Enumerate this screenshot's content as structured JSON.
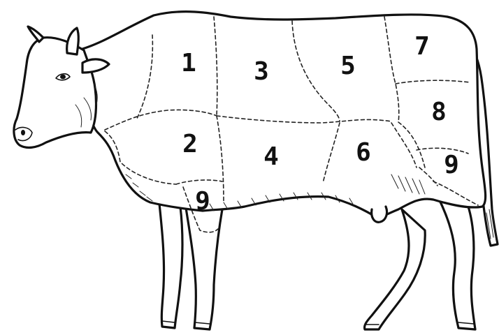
{
  "diagram": {
    "subject": "cow",
    "line_color": "#111111",
    "background": "#ffffff",
    "cuts": [
      {
        "id": "cut-1",
        "label": "1"
      },
      {
        "id": "cut-2",
        "label": "2"
      },
      {
        "id": "cut-3",
        "label": "3"
      },
      {
        "id": "cut-4",
        "label": "4"
      },
      {
        "id": "cut-5",
        "label": "5"
      },
      {
        "id": "cut-6",
        "label": "6"
      },
      {
        "id": "cut-7",
        "label": "7"
      },
      {
        "id": "cut-8",
        "label": "8"
      },
      {
        "id": "cut-9-rear",
        "label": "9"
      },
      {
        "id": "cut-9-front",
        "label": "9"
      }
    ]
  }
}
